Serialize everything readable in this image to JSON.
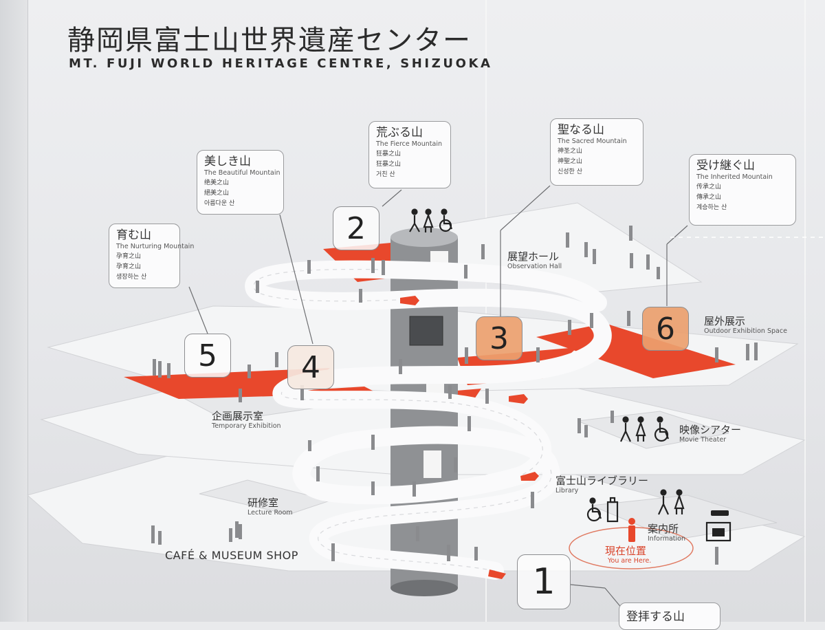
{
  "title": {
    "jp": "静岡県富士山世界遺産センター",
    "en": "MT. FUJI WORLD HERITAGE CENTRE, SHIZUOKA"
  },
  "zones": [
    {
      "number": "1",
      "jp": "登拝する山"
    },
    {
      "number": "2",
      "jp": "荒ぶる山",
      "en": "The Fierce Mountain",
      "zh_s": "狂暴之山",
      "zh_t": "狂暴之山",
      "ko": "거친 산"
    },
    {
      "number": "3",
      "jp": "聖なる山",
      "en": "The Sacred Mountain",
      "zh_s": "神圣之山",
      "zh_t": "神聖之山",
      "ko": "신성한 산"
    },
    {
      "number": "4",
      "jp": "美しき山",
      "en": "The Beautiful Mountain",
      "zh_s": "绝美之山",
      "zh_t": "絕美之山",
      "ko": "아름다운 산"
    },
    {
      "number": "5",
      "jp": "育む山",
      "en": "The Nurturing Mountain",
      "zh_s": "孕育之山",
      "zh_t": "孕育之山",
      "ko": "생장하는 산"
    },
    {
      "number": "6",
      "jp": "受け継ぐ山",
      "en": "The Inherited Mountain",
      "zh_s": "传承之山",
      "zh_t": "傳承之山",
      "ko": "계승하는 산"
    }
  ],
  "facilities": {
    "observation_hall": {
      "jp": "展望ホール",
      "en": "Observation Hall"
    },
    "outdoor": {
      "jp": "屋外展示",
      "en": "Outdoor Exhibition Space"
    },
    "temporary": {
      "jp": "企画展示室",
      "en": "Temporary Exhibition"
    },
    "movie": {
      "jp": "映像シアター",
      "en": "Movie Theater"
    },
    "library": {
      "jp": "富士山ライブラリー",
      "en": "Library"
    },
    "lecture": {
      "jp": "研修室",
      "en": "Lecture Room"
    },
    "information": {
      "jp": "案内所",
      "en": "Information"
    },
    "cafe": {
      "label": "CAFÉ & MUSEUM SHOP"
    },
    "you_are_here": {
      "jp": "現在位置",
      "en": "You are Here."
    }
  },
  "icons": [
    "toilet-icon",
    "wheelchair-icon",
    "elevator-icon",
    "information-desk-icon",
    "you-are-here-figure-icon"
  ],
  "colors": {
    "accent_orange": "#e8482c",
    "light_orange": "#eca06e",
    "wall": "#e9eaec",
    "floor": "#f4f5f6",
    "tower": "#8f9194",
    "text": "#2b2b2b",
    "here_red": "#d9432a"
  }
}
